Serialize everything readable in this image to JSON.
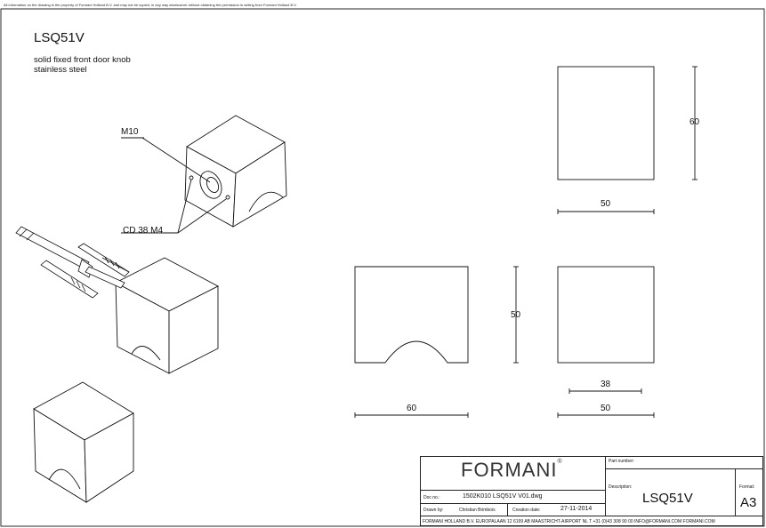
{
  "disclaimer": "All information on the drawing is the property of Formani Holland B.V. and may not be copied, in any way whatsoever without obtaining the permission in writing from Formani Holland B.V.",
  "title": "LSQ51V",
  "subtitle_line1": "solid fixed front door knob",
  "subtitle_line2": "stainless steel",
  "callouts": {
    "thread": "M10",
    "holes": "CD 38  M4"
  },
  "dimensions": {
    "top_height": "60",
    "top_width": "50",
    "front_height": "50",
    "front_width": "60",
    "side_hole_spacing": "38",
    "side_width": "50"
  },
  "titleblock": {
    "logo": "FORMANI",
    "logo_mark": "®",
    "part_number_label": "Part number:",
    "description_label": "Description:",
    "description_value": "LSQ51V",
    "format_label": "Format:",
    "format_value": "A3",
    "doc_no_label": "Doc no.:",
    "doc_no_value": "1502K010 LSQ51V V01.dwg",
    "drawn_by_label": "Drawn by:",
    "drawn_by_value": "Christian Brimbois",
    "creation_date_label": "Creation date:",
    "creation_date_value": "27-11-2014",
    "footer": "FORMANI HOLLAND B.V.  EUROPALAAN 12  6199 AB MAASTRICHT-AIRPORT NL  T +31 (0)43 308 90 00 INFO@FORMANI.COM FORMANI.COM"
  }
}
